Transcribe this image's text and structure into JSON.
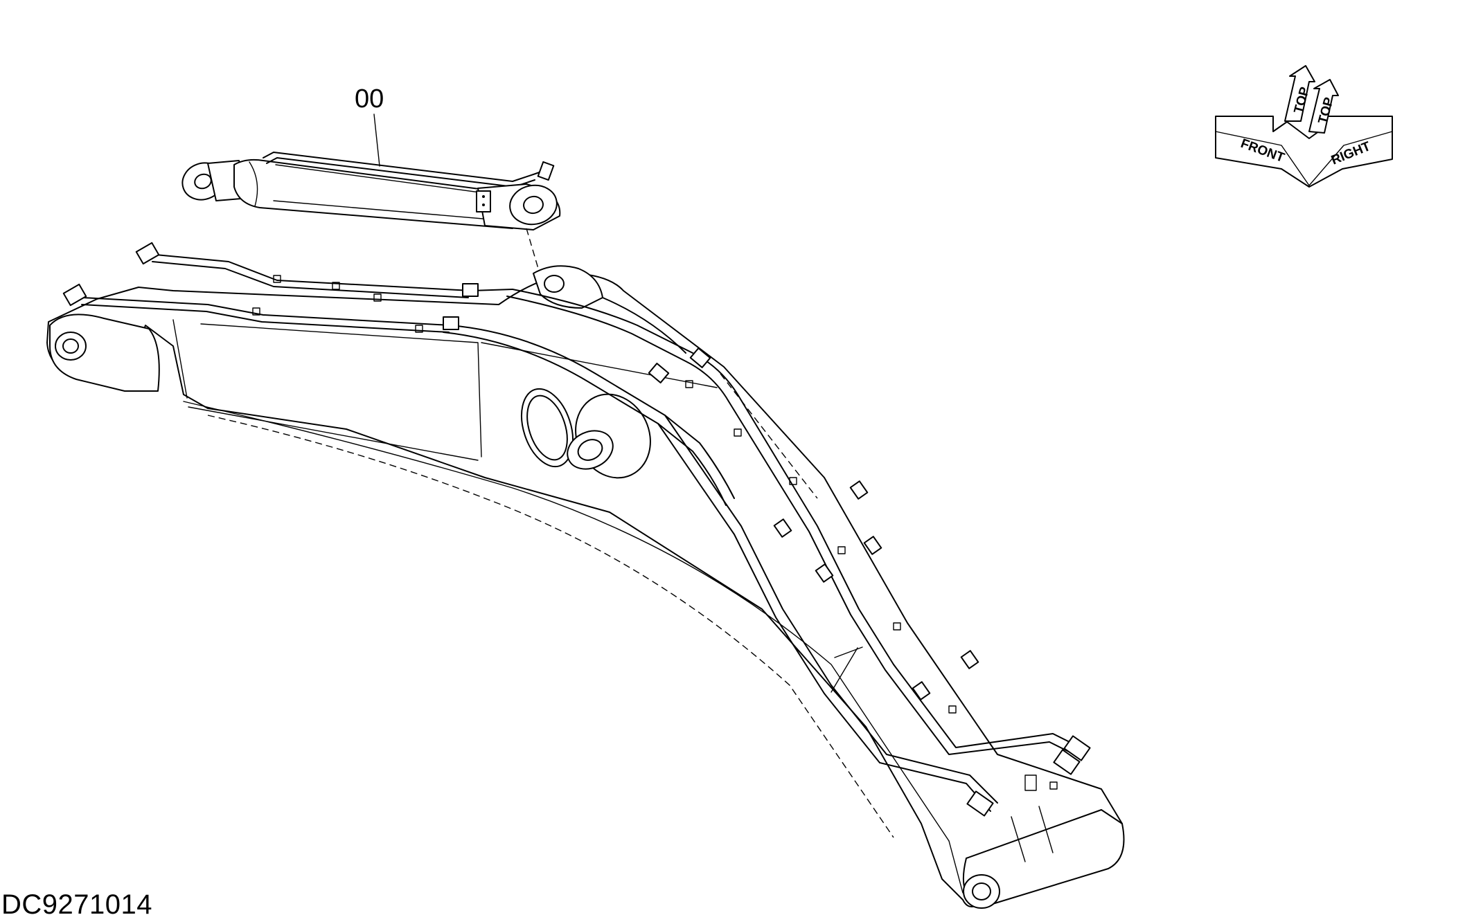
{
  "diagram": {
    "part_label": "00",
    "reference_code": "DC9271014",
    "orientation": {
      "top_label": "TOP",
      "front_label": "FRONT",
      "right_label": "RIGHT"
    }
  }
}
